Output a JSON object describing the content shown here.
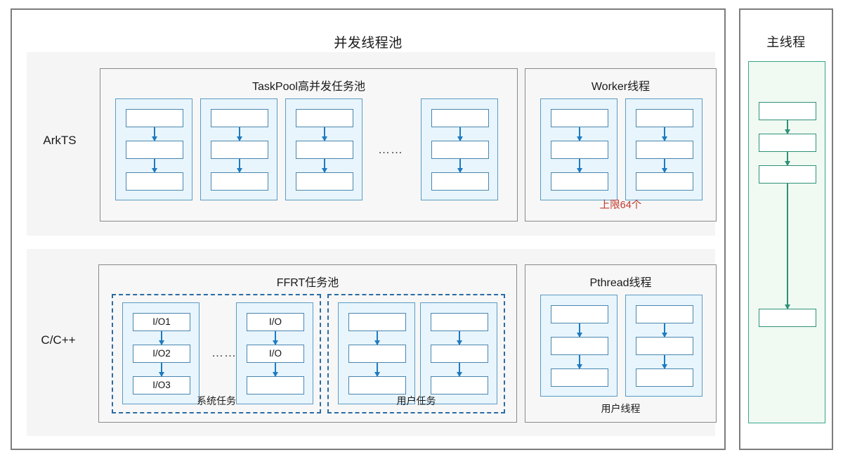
{
  "diagram": {
    "pool_panel": {
      "title": "并发线程池"
    },
    "main_panel": {
      "title": "主线程"
    },
    "rows": {
      "arkts": {
        "label": "ArkTS"
      },
      "cpp": {
        "label": "C/C++"
      }
    },
    "groups": {
      "taskpool": {
        "title": "TaskPool高并发任务池",
        "ellipsis": "……"
      },
      "worker": {
        "title": "Worker线程",
        "limit_note": "上限64个",
        "limit_color": "#c0392b"
      },
      "ffrt": {
        "title": "FFRT任务池",
        "system": {
          "label": "系统任务",
          "ellipsis": "……"
        },
        "user": {
          "label": "用户任务"
        }
      },
      "pthread": {
        "title": "Pthread线程",
        "footer": "用户线程"
      }
    },
    "tasks": {
      "io_col1": [
        "I/O1",
        "I/O2",
        "I/O3"
      ],
      "io_col2": [
        "I/O",
        "I/O",
        ""
      ],
      "blank3": [
        "",
        "",
        ""
      ]
    },
    "colors": {
      "thread_fill": "#e8f5fc",
      "thread_border": "#5b9bc4",
      "task_border": "#4a86ae",
      "arrow": "#1f7bc1",
      "dashed": "#2b6ca3",
      "main_fill": "#f0faf2",
      "main_border": "#3aa58b",
      "row_bg": "#f5f5f5",
      "panel_border": "#7c7c7c"
    }
  }
}
